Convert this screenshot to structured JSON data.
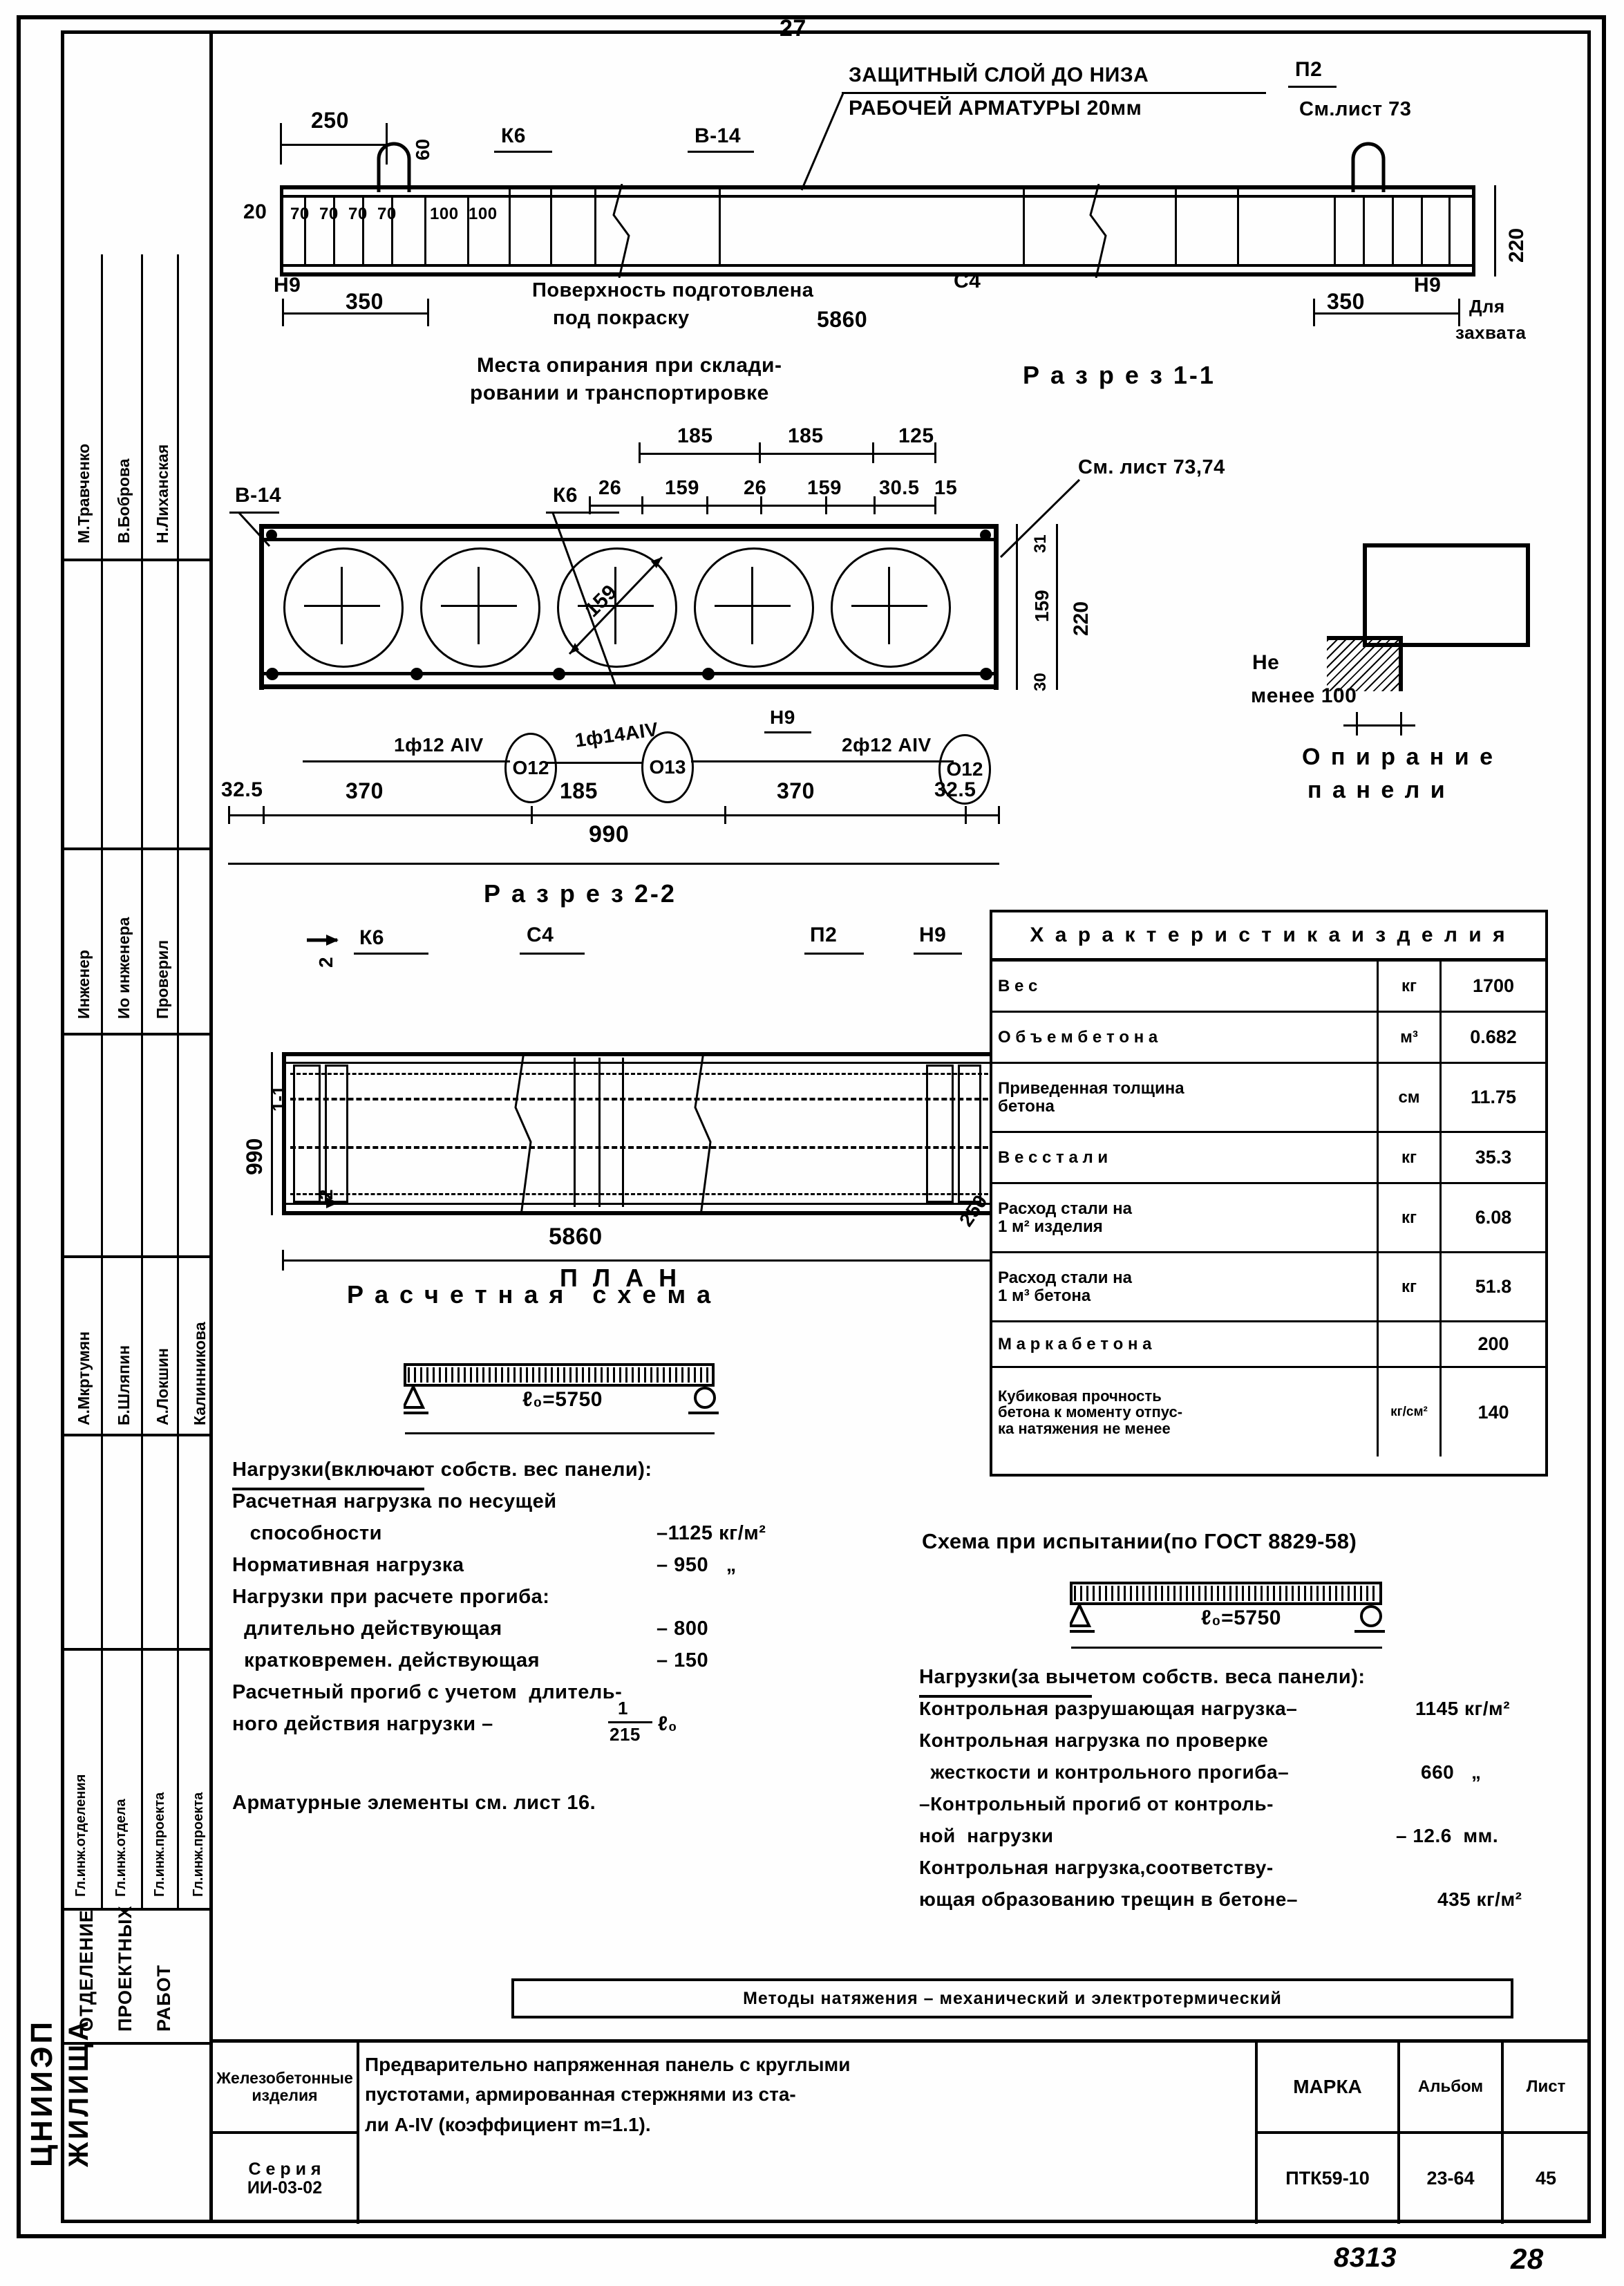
{
  "sheet": {
    "top_number": "27",
    "bottom_left_number": "8313",
    "bottom_right_number": "28"
  },
  "section_1_1": {
    "title": "Р а з р е з 1-1",
    "callouts": {
      "protective_layer": "ЗАЩИТНЫЙ СЛОЙ ДО НИЗА",
      "protective_layer2": "РАБОЧЕЙ АРМАТУРЫ 20мм",
      "surface_prepared": "Поверхность подготовлена",
      "surface_prepared2": "под покраску",
      "storage_places": "Места опирания при склади-",
      "storage_places2": "ровании и транспортировке",
      "see_sheet": "См.лист 73",
      "for_grip": "Для",
      "for_grip2": "захвата"
    },
    "marks": {
      "k6": "К6",
      "v14": "В-14",
      "p2": "П2",
      "c4": "С4",
      "n9": "Н9",
      "n9b": "Н9"
    },
    "dims": {
      "d250": "250",
      "d60": "60",
      "d20": "20",
      "d70a": "70",
      "d70b": "70",
      "d70c": "70",
      "d70d": "70",
      "d100a": "100",
      "d100b": "100",
      "d350a": "350",
      "d350b": "350",
      "d5860": "5860",
      "d220": "220"
    }
  },
  "section_2_2": {
    "title": "Р а з р е з 2-2",
    "marks": {
      "v14": "В-14",
      "k6": "К6",
      "n9": "Н9"
    },
    "see_sheets": "См. лист 73,74",
    "top_dims": {
      "a": "185",
      "b": "185",
      "c": "125"
    },
    "mid_dims": {
      "a": "26",
      "b": "159",
      "c": "26",
      "d": "159",
      "e": "30.5",
      "f": "15"
    },
    "right_dims": {
      "h159": "159",
      "h220": "220",
      "h31": "31",
      "h30": "30"
    },
    "hole_dia": "159",
    "rebar": {
      "left_label": "1ф12 АIV",
      "left_pos": "О12",
      "mid_label": "1ф14АIV",
      "mid_pos": "О13",
      "right_label": "2ф12 АIV",
      "right_pos": "О12"
    },
    "bottom_dims": {
      "e1": "32.5",
      "d370a": "370",
      "d185": "185",
      "d370b": "370",
      "e2": "32.5",
      "total": "990"
    }
  },
  "bearing_detail": {
    "note1": "Не",
    "note2": "менее 100",
    "title1": "О п и р а н и е",
    "title2": "п а н е л и"
  },
  "plan": {
    "title": "П Л А Н",
    "marks": {
      "k6": "К6",
      "c4": "С4",
      "p2": "П2",
      "n9": "Н9",
      "s2a": "2",
      "s2b": "2",
      "s1a": "1-1",
      "s1b": "1-1"
    },
    "dims": {
      "width": "990",
      "length": "5860",
      "end": "250"
    }
  },
  "calc_scheme": {
    "title": "Р а с ч е т н а я   с х е м а",
    "span_label": "ℓ₀=5750",
    "loads_header": "Нагрузки(включают собств. вес панели):",
    "lines": [
      {
        "text": "Расчетная нагрузка по несущей",
        "value": ""
      },
      {
        "text": "   способности",
        "value": "–1125 кг/м²"
      },
      {
        "text": "Нормативная нагрузка",
        "value": "– 950   „"
      },
      {
        "text": "Нагрузки при расчете прогиба:",
        "value": ""
      },
      {
        "text": "  длительно действующая",
        "value": "– 800"
      },
      {
        "text": "  кратковремен. действующая",
        "value": "– 150"
      }
    ],
    "deflection_line1": "Расчетный прогиб с учетом  длитель-",
    "deflection_line2": "ного действия нагрузки –",
    "deflection_frac_num": "1",
    "deflection_frac_den": "215",
    "deflection_frac_tail": "ℓ₀",
    "armature_note": "Арматурные элементы см. лист 16."
  },
  "test_scheme": {
    "title": "Схема при испытании(по ГОСТ 8829-58)",
    "span_label": "ℓ₀=5750",
    "loads_header": "Нагрузки(за вычетом собств. веса панели):",
    "lines": [
      {
        "text": "Контрольная разрушающая нагрузка–",
        "value": "1145 кг/м²"
      },
      {
        "text": "Контрольная нагрузка по проверке",
        "value": ""
      },
      {
        "text": "  жесткости и контрольного прогиба–",
        "value": "660   „"
      },
      {
        "text": "–Контрольный прогиб от контроль-",
        "value": ""
      },
      {
        "text": "ной  нагрузки",
        "value": "– 12.6  мм."
      },
      {
        "text": "Контрольная нагрузка,соответству-",
        "value": ""
      },
      {
        "text": "ющая образованию трещин в бетоне–",
        "value": "435 кг/м²"
      }
    ]
  },
  "char_table": {
    "title": "Х а р а к т е р и с т и к а   и з д е л и я",
    "rows": [
      {
        "name": "В е с",
        "unit": "кг",
        "value": "1700"
      },
      {
        "name": "О б ъ е м   б е т о н а",
        "unit": "м³",
        "value": "0.682"
      },
      {
        "name": "Приведенная толщина\nбетона",
        "unit": "см",
        "value": "11.75"
      },
      {
        "name": "В е с   с т а л и",
        "unit": "кг",
        "value": "35.3"
      },
      {
        "name": "Расход стали на\n1 м² изделия",
        "unit": "кг",
        "value": "6.08"
      },
      {
        "name": "Расход стали на\n1 м³ бетона",
        "unit": "кг",
        "value": "51.8"
      },
      {
        "name": "М а р к а   б е т о н а",
        "unit": "",
        "value": "200"
      },
      {
        "name": "Кубиковая  прочность\nбетона к моменту отпус-\nка натяжения не менее",
        "unit": "кг/см²",
        "value": "140"
      }
    ]
  },
  "stamp": {
    "org_line1": "ЦНИИЭП",
    "org_line2": "ЖИЛИЩА",
    "names_row1": [
      "М.Травченко",
      "В.Боброва",
      "Н.Лиханская"
    ],
    "roles_row1": [
      "Инженер",
      "Ио инженера",
      "Проверил"
    ],
    "names_row2": [
      "А.Мкртумян",
      "Б.Шляпин",
      "А.Локшин",
      "Калинникова"
    ],
    "roles_row2": [
      "Гл.инж.отделения",
      "Гл.инж.отдела",
      "Гл.инж.проекта",
      "Гл.инж.проекта"
    ],
    "dept_label": "ОТДЕЛЕНИЕ\nПРОЕКТНЫХ\nРАБОТ"
  },
  "title_block": {
    "method_note": "Методы натяжения – механический и электротермический",
    "product_type_line1": "Железобетонные",
    "product_type_line2": "изделия",
    "series_line1": "С е р и я",
    "series_line2": "ИИ-03-02",
    "description_line1": "Предварительно напряженная панель с круглыми",
    "description_line2": "пустотами, армированная стержнями из ста-",
    "description_line3": "ли А-IV (коэффициент m=1.1).",
    "col_marka": "МАРКА",
    "col_album": "Альбом",
    "col_list": "Лист",
    "val_marka": "ПТК59-10",
    "val_album": "23-64",
    "val_list": "45"
  }
}
